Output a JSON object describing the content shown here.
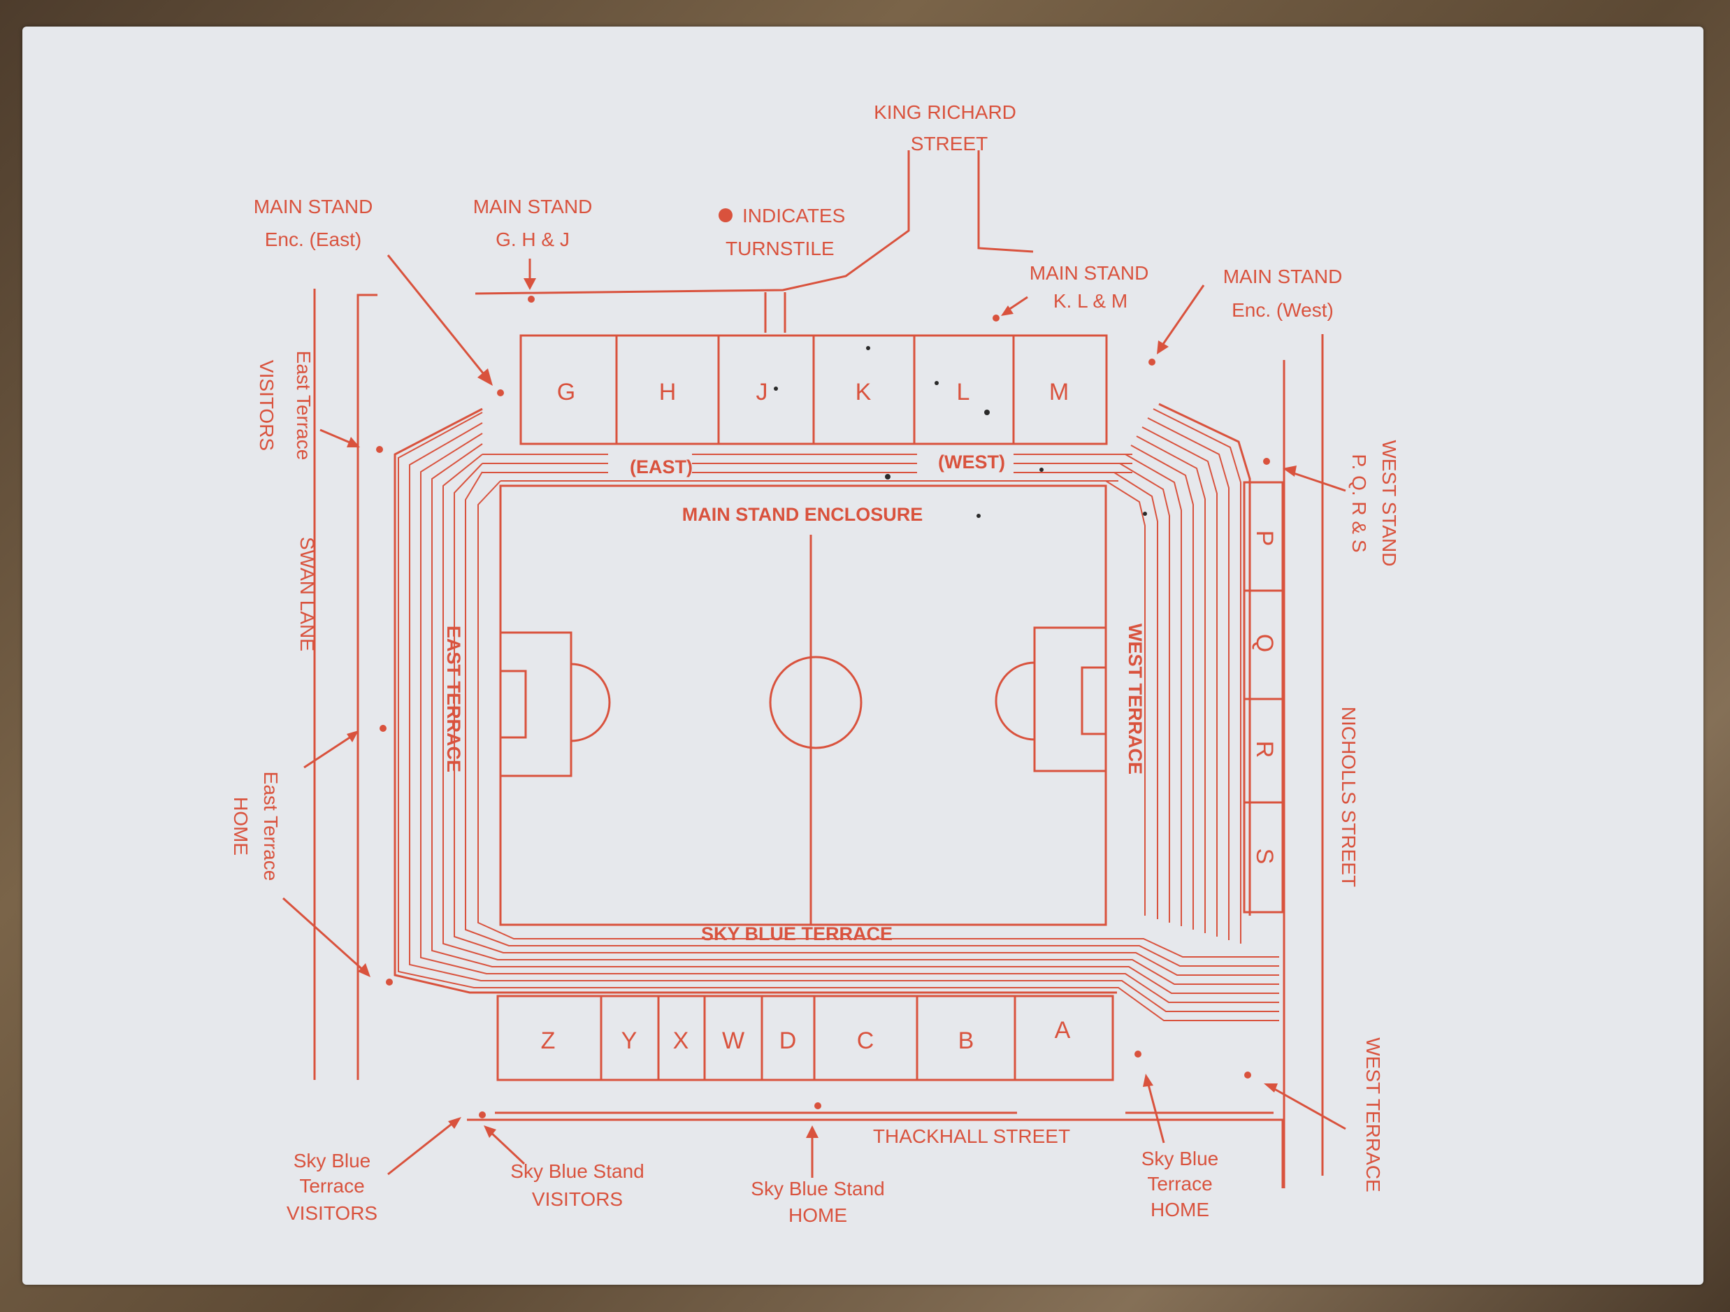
{
  "ticket": {
    "legend": {
      "line1": "INDICATES",
      "line2": "TURNSTILE"
    },
    "streets": {
      "king_richard": {
        "line1": "KING RICHARD",
        "line2": "STREET"
      },
      "swan_lane": "SWAN LANE",
      "nicholls": "NICHOLLS STREET",
      "thackhall": "THACKHALL STREET"
    },
    "stands": {
      "main_enclosure": "MAIN STAND ENCLOSURE",
      "east_terrace": "EAST TERRACE",
      "west_terrace": "WEST TERRACE",
      "sky_blue_terrace": "SKY BLUE TERRACE",
      "enc_east": "(EAST)",
      "enc_west": "(WEST)"
    },
    "blocks": {
      "main": [
        "G",
        "H",
        "J",
        "K",
        "L",
        "M"
      ],
      "west": [
        "P",
        "Q",
        "R",
        "S"
      ],
      "sky_blue": [
        "Z",
        "Y",
        "X",
        "W",
        "D",
        "C",
        "B",
        "A"
      ]
    },
    "turnstiles": {
      "main_enc_east": {
        "line1": "MAIN STAND",
        "line2": "Enc. (East)"
      },
      "main_ghj": {
        "line1": "MAIN STAND",
        "line2": "G. H & J"
      },
      "main_klm": {
        "line1": "MAIN STAND",
        "line2": "K. L & M"
      },
      "main_enc_west": {
        "line1": "MAIN STAND",
        "line2": "Enc. (West)"
      },
      "east_visitors": {
        "line1": "East Terrace",
        "line2": "VISITORS"
      },
      "east_home": {
        "line1": "East Terrace",
        "line2": "HOME"
      },
      "west_pqrs": {
        "line1": "WEST STAND",
        "line2": "P. Q. R & S"
      },
      "west_terrace": "WEST TERRACE",
      "sky_terrace_visitors": {
        "line1": "Sky Blue",
        "line2": "Terrace",
        "line3": "VISITORS"
      },
      "sky_stand_visitors": {
        "line1": "Sky Blue Stand",
        "line2": "VISITORS"
      },
      "sky_stand_home": {
        "line1": "Sky Blue Stand",
        "line2": "HOME"
      },
      "sky_terrace_home": {
        "line1": "Sky Blue",
        "line2": "Terrace",
        "line3": "HOME"
      }
    },
    "colors": {
      "ink": "#d9523d",
      "paper": "#e6e8ec"
    }
  }
}
